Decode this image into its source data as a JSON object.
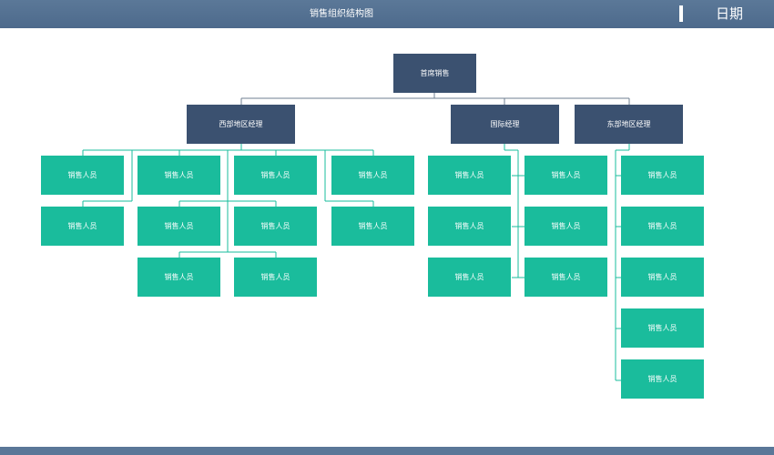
{
  "header": {
    "title": "销售组织结构图",
    "date_label": "日期"
  },
  "org": {
    "top": "首席销售",
    "managers": {
      "west": "西部地区经理",
      "intl": "国际经理",
      "east": "东部地区经理"
    },
    "rep_label": "销售人员"
  }
}
